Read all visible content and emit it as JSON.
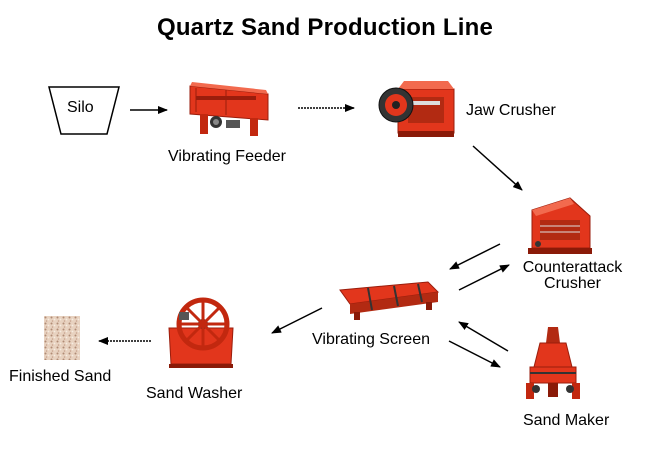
{
  "title": "Quartz Sand Production Line",
  "nodes": {
    "silo": {
      "label": "Silo",
      "icon": "silo-icon"
    },
    "vibrating_feeder": {
      "label": "Vibrating Feeder",
      "icon": "vibrating-feeder-icon"
    },
    "jaw_crusher": {
      "label": "Jaw Crusher",
      "icon": "jaw-crusher-icon"
    },
    "counterattack_crusher": {
      "label_line1": "Counterattack",
      "label_line2": "Crusher",
      "icon": "counterattack-crusher-icon"
    },
    "vibrating_screen": {
      "label": "Vibrating Screen",
      "icon": "vibrating-screen-icon"
    },
    "sand_maker": {
      "label": "Sand Maker",
      "icon": "sand-maker-icon"
    },
    "sand_washer": {
      "label": "Sand Washer",
      "icon": "sand-washer-icon"
    },
    "finished_sand": {
      "label": "Finished Sand",
      "icon": "finished-sand-icon"
    }
  },
  "flow": [
    [
      "Silo",
      "Vibrating Feeder"
    ],
    [
      "Vibrating Feeder",
      "Jaw Crusher"
    ],
    [
      "Jaw Crusher",
      "Counterattack Crusher"
    ],
    [
      "Counterattack Crusher",
      "Vibrating Screen"
    ],
    [
      "Vibrating Screen",
      "Counterattack Crusher"
    ],
    [
      "Vibrating Screen",
      "Sand Maker"
    ],
    [
      "Sand Maker",
      "Vibrating Screen"
    ],
    [
      "Vibrating Screen",
      "Sand Washer"
    ],
    [
      "Sand Washer",
      "Finished Sand"
    ]
  ],
  "colors": {
    "machine": "#e2361c",
    "machine_dark": "#9a1d0c",
    "arrow": "#000000"
  }
}
